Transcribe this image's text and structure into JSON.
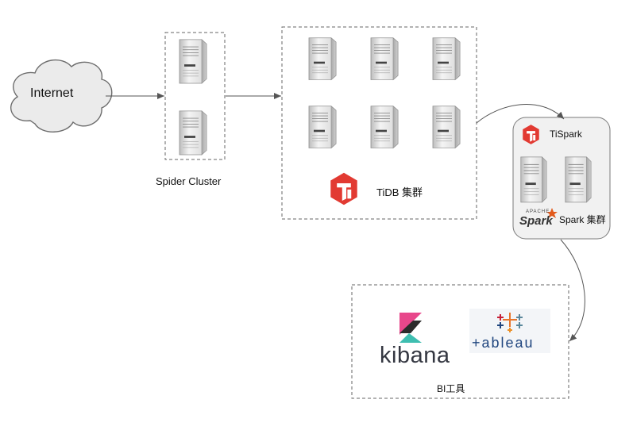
{
  "internet": {
    "label": "Internet"
  },
  "spider_cluster": {
    "label": "Spider Cluster"
  },
  "tidb_cluster": {
    "label": "TiDB 集群"
  },
  "tispark": {
    "label": "TiSpark",
    "spark_cluster_label": "Spark 集群",
    "spark_logo_text": "Spark",
    "spark_logo_small": "APACHE"
  },
  "bi_tools": {
    "label": "BI工具",
    "kibana": "kibana",
    "tableau": "+ableau"
  },
  "colors": {
    "tidb_red": "#e23a32",
    "box_fill": "#f1f1f1",
    "box_stroke": "#888888"
  },
  "icons": [
    "cloud-icon",
    "server-icon",
    "tidb-logo-icon",
    "spark-logo-icon",
    "kibana-logo-icon",
    "tableau-logo-icon"
  ]
}
